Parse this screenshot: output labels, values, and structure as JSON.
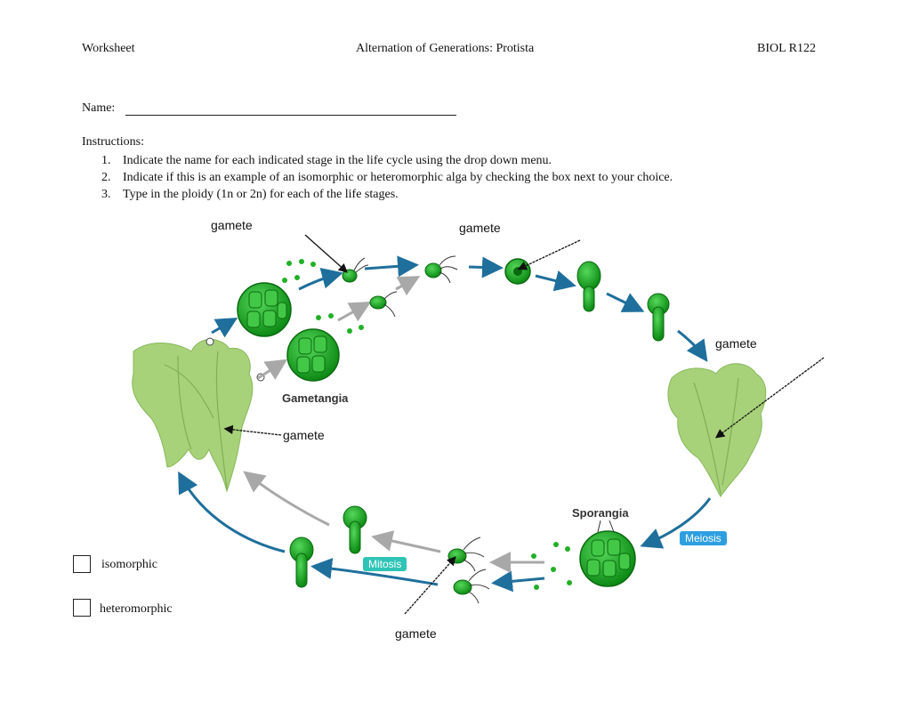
{
  "header": {
    "left": "Worksheet",
    "center": "Alternation of Generations: Protista",
    "right": "BIOL R122"
  },
  "name_label": "Name:",
  "instructions": {
    "title": "Instructions:",
    "items": [
      {
        "num": "1.",
        "text": "Indicate the name for each indicated stage in the life cycle using the drop down menu."
      },
      {
        "num": "2.",
        "text": "Indicate if this is an example of an isomorphic or heteromorphic alga by checking the box next to your choice."
      },
      {
        "num": "3.",
        "text": "Type in the ploidy (1n or 2n) for each of the life stages."
      }
    ]
  },
  "diagram": {
    "labels": {
      "gamete_top_left": "gamete",
      "gamete_top_mid": "gamete",
      "gamete_right": "gamete",
      "gamete_left": "gamete",
      "gamete_bottom": "gamete"
    },
    "gametangia": "Gametangia",
    "sporangia": "Sporangia",
    "mitosis": "Mitosis",
    "meiosis": "Meiosis",
    "colors": {
      "cycle_arrow": "#1f6f9c",
      "gray_arrow": "#a8a8a8",
      "cell_green": "#22b026",
      "cell_dark": "#0d7a13",
      "leaf_green": "#a8d27a",
      "pill_teal": "#2ec4b6",
      "pill_blue": "#2d9fe0"
    }
  },
  "choices": {
    "isomorphic": "isomorphic",
    "heteromorphic": "heteromorphic"
  }
}
